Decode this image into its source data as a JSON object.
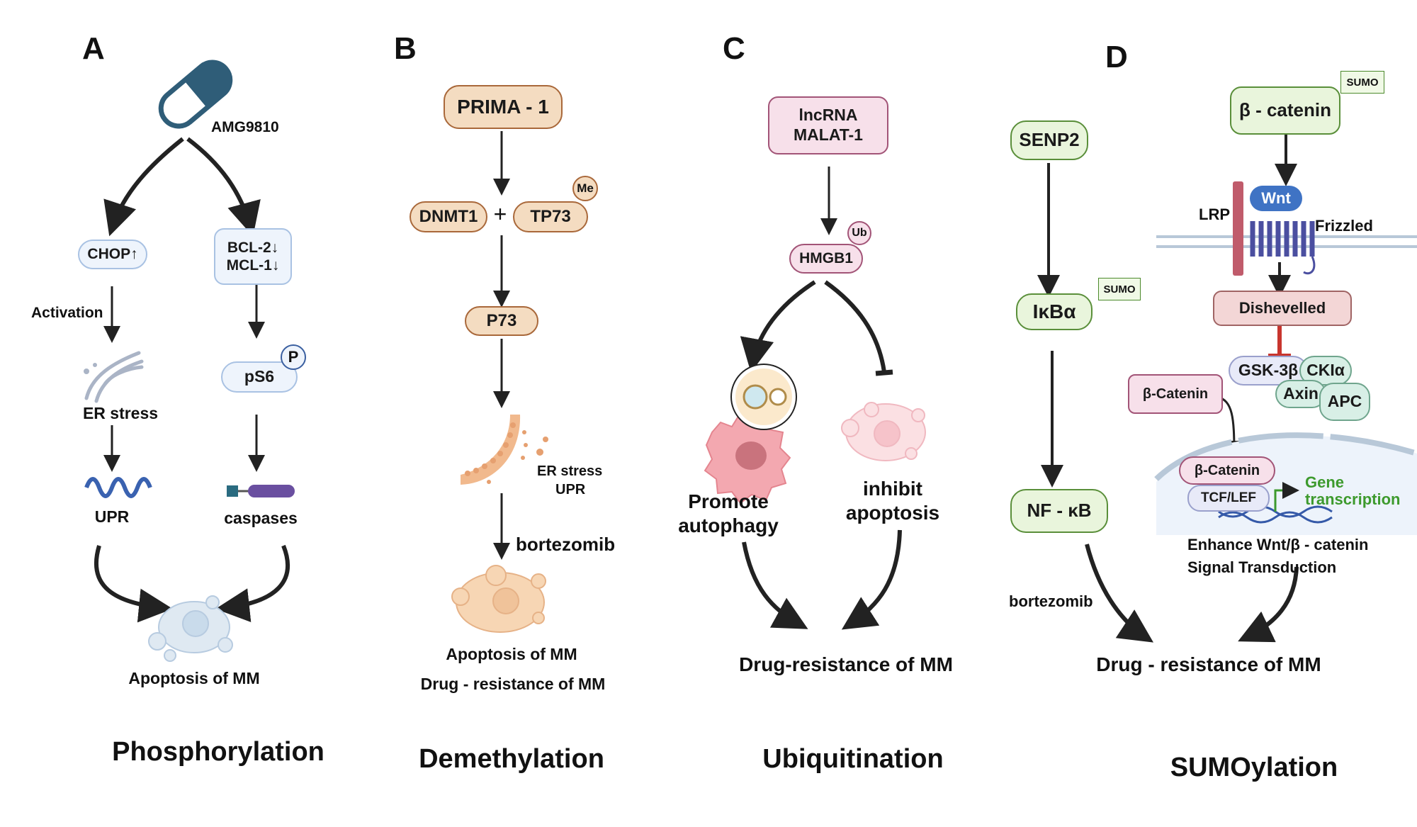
{
  "panels": {
    "a": {
      "letter": "A",
      "drug": "AMG9810",
      "chop": "CHOP↑",
      "bcl": "BCL-2↓",
      "mcl": "MCL-1↓",
      "activation": "Activation",
      "er_stress": "ER stress",
      "ps6": "pS6",
      "p_badge": "P",
      "upr": "UPR",
      "caspases": "caspases",
      "outcome": "Apoptosis of MM",
      "caption": "Phosphorylation"
    },
    "b": {
      "letter": "B",
      "prima": "PRIMA - 1",
      "dnmt1": "DNMT1",
      "plus": "+",
      "tp73": "TP73",
      "me_badge": "Me",
      "p73": "P73",
      "er_stress": "ER stress",
      "upr": "UPR",
      "bortezomib": "bortezomib",
      "outcome1": "Apoptosis of MM",
      "outcome2": "Drug - resistance of MM",
      "caption": "Demethylation"
    },
    "c": {
      "letter": "C",
      "lnc1": "lncRNA",
      "lnc2": "MALAT-1",
      "hmgb1": "HMGB1",
      "ub_badge": "Ub",
      "left1": "Promote",
      "left2": "autophagy",
      "right1": "inhibit",
      "right2": "apoptosis",
      "outcome": "Drug-resistance of MM",
      "caption": "Ubiquitination"
    },
    "d": {
      "letter": "D",
      "senp2": "SENP2",
      "ikba": "IκBα",
      "sumo": "SUMO",
      "nfkb": "NF - κB",
      "bortezomib": "bortezomib",
      "bcat_top": "β - catenin",
      "lrp": "LRP",
      "wnt": "Wnt",
      "frizzled": "Frizzled",
      "dishevelled": "Dishevelled",
      "gsk": "GSK-3β",
      "ck": "CKIα",
      "axin": "Axin",
      "apc": "APC",
      "bcat_mid": "β-Catenin",
      "bcat_nuc": "β-Catenin",
      "tcf": "TCF/LEF",
      "gene1": "Gene",
      "gene2": "transcription",
      "enhance1": "Enhance Wnt/β - catenin",
      "enhance2": "Signal Transduction",
      "outcome": "Drug - resistance of MM",
      "caption": "SUMOylation"
    }
  },
  "colors": {
    "arrow": "#222222",
    "inhibit": "#c8352e",
    "gene_green": "#3d9a2d",
    "membrane": "#b8c8d8",
    "capsule": "#2f5d78"
  }
}
